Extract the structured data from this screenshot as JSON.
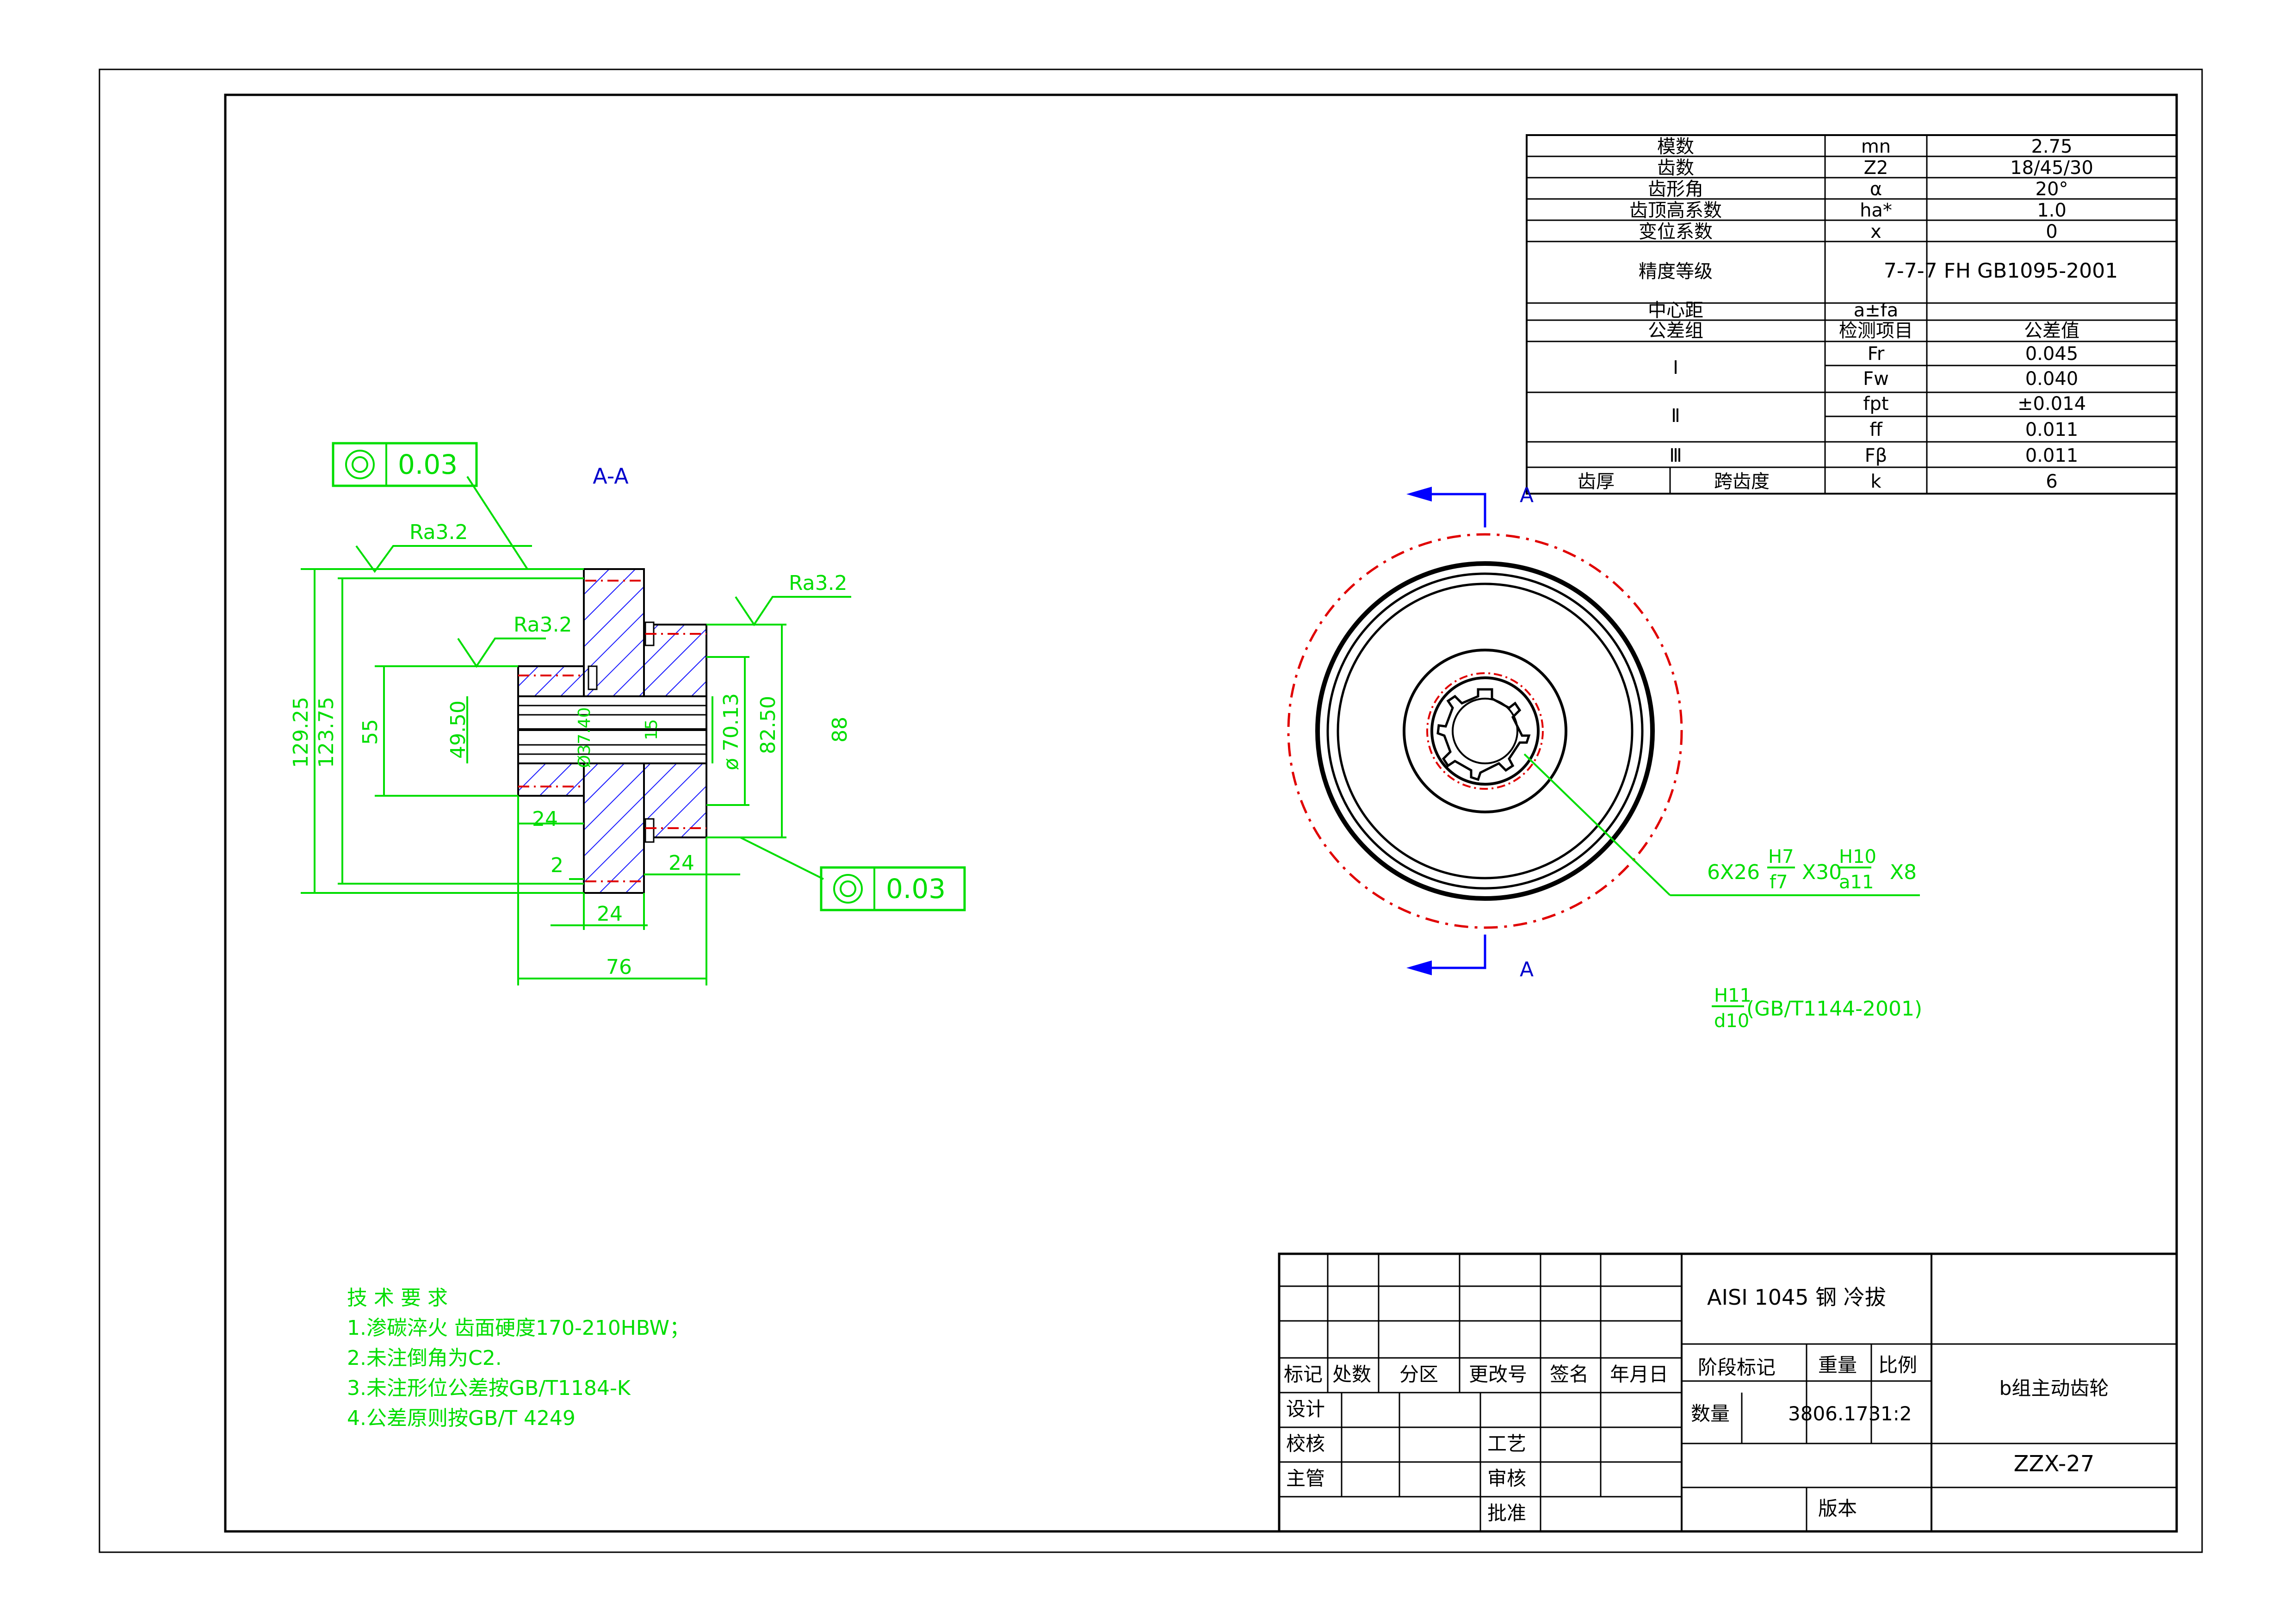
{
  "section_label": "A-A",
  "section_arrow_top": "A",
  "section_arrow_bottom": "A",
  "dimensions": {
    "d1": "129.25",
    "d2": "123.75",
    "d3": "55",
    "d4": "49.50",
    "d5": "ø 70.13",
    "d6": "82.50",
    "d7": "88",
    "d8": "24",
    "d9": "2",
    "d10": "24",
    "d11": "24",
    "d12": "76",
    "d13": "Ø37.40",
    "d14": "15"
  },
  "roughness": [
    "Ra3.2",
    "Ra3.2",
    "Ra3.2"
  ],
  "runout": [
    "0.03",
    "0.03"
  ],
  "spline": {
    "prefix": "6X26",
    "fit1_top": "H7",
    "fit1_bottom": "f7",
    "mid": "X30",
    "fit2_top": "H10",
    "fit2_bottom": "a11",
    "suffix": "X8"
  },
  "fit_note": {
    "top": "H11",
    "bottom": "d10",
    "text": "(GB/T1144-2001)"
  },
  "tech_requirements": {
    "title": "技 术 要 求",
    "items": [
      "1.渗碳淬火 齿面硬度170-210HBW；",
      "2.未注倒角为C2.",
      "3.未注形位公差按GB/T1184-K",
      "4.公差原则按GB/T 4249"
    ]
  },
  "gear_table": {
    "rows": [
      [
        "模数",
        "mn",
        "2.75"
      ],
      [
        "齿数",
        "Z2",
        "18/45/30"
      ],
      [
        "齿形角",
        "α",
        "20°"
      ],
      [
        "齿顶高系数",
        "ha*",
        "1.0"
      ],
      [
        "变位系数",
        "x",
        "0"
      ]
    ],
    "accuracy_label": "精度等级",
    "accuracy_value": "7-7-7 FH GB1095-2001",
    "center_label": "中心距",
    "center_value": "a±fa",
    "group_label": "公差组",
    "item_label": "检测项目",
    "tol_label": "公差值",
    "groups": [
      {
        "name": "Ⅰ",
        "items": [
          [
            "Fr",
            "0.045"
          ],
          [
            "Fw",
            "0.040"
          ]
        ]
      },
      {
        "name": "Ⅱ",
        "items": [
          [
            "fpt",
            "±0.014"
          ],
          [
            "ff",
            "0.011"
          ]
        ]
      },
      {
        "name": "Ⅲ",
        "items": [
          [
            "Fβ",
            "0.011"
          ]
        ]
      }
    ],
    "thick_label": "齿厚",
    "span_label": "跨齿度",
    "span_symbol": "k",
    "span_value": "6"
  },
  "title_block": {
    "material": "AISI 1045 钢 冷拔",
    "marks": [
      "标记",
      "处数",
      "分区",
      "更改号",
      "签名",
      "年月日"
    ],
    "design": "设计",
    "check": "校核",
    "chief": "主管",
    "process": "工艺",
    "review": "审核",
    "approve": "批准",
    "stage": "阶段标记",
    "weight": "重量",
    "scale": "比例",
    "qty": "数量",
    "weight_value": "3806.173",
    "scale_value": "1:2",
    "part_name": "b组主动齿轮",
    "drawing_no": "ZZX-27",
    "version": "版本"
  }
}
